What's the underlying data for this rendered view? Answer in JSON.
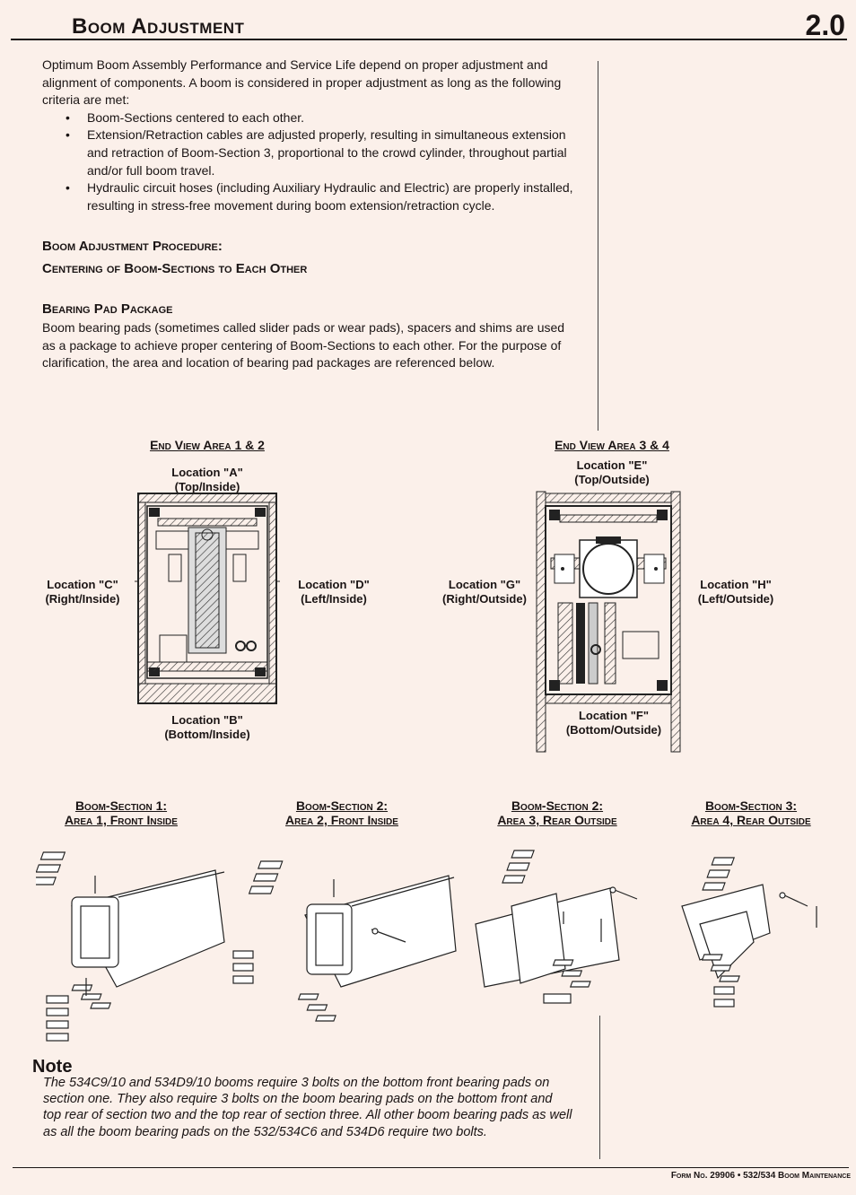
{
  "header": {
    "title": "Boom Adjustment",
    "section_number": "2.0"
  },
  "intro": {
    "paragraph": "Optimum Boom Assembly Performance and Service Life depend on proper adjustment and alignment of components. A boom is considered in proper adjustment as long as the following criteria are met:",
    "bullets": [
      "Boom-Sections centered to each other.",
      "Extension/Retraction cables are adjusted properly, resulting in simultaneous extension and retraction of Boom-Section 3, proportional to the crowd cylinder, throughout partial and/or full boom travel.",
      "Hydraulic circuit hoses (including Auxiliary Hydraulic and Electric) are properly installed, resulting in stress-free movement during boom extension/retraction cycle."
    ]
  },
  "procedure": {
    "heading": "Boom Adjustment Procedure:",
    "subheading": "Centering of Boom-Sections to Each Other",
    "bearing_heading": "Bearing Pad Package",
    "bearing_text": "Boom bearing pads (sometimes called slider pads or wear pads), spacers and shims are used as a package to achieve proper centering of Boom-Sections to each other. For the purpose of clarification, the area and location of bearing pad packages are referenced below."
  },
  "end_view_12": {
    "title": "End View Area 1 & 2",
    "loc_a": [
      "Location \"A\"",
      "(Top/Inside)"
    ],
    "loc_b": [
      "Location \"B\"",
      "(Bottom/Inside)"
    ],
    "loc_c": [
      "Location \"C\"",
      "(Right/Inside)"
    ],
    "loc_d": [
      "Location \"D\"",
      "(Left/Inside)"
    ]
  },
  "end_view_34": {
    "title": "End View Area 3 & 4",
    "loc_e": [
      "Location \"E\"",
      "(Top/Outside)"
    ],
    "loc_f": [
      "Location \"F\"",
      "(Bottom/Outside)"
    ],
    "loc_g": [
      "Location \"G\"",
      "(Right/Outside)"
    ],
    "loc_h": [
      "Location \"H\"",
      "(Left/Outside)"
    ]
  },
  "sections": [
    {
      "line1": "Boom-Section 1:",
      "line2": "Area 1, Front Inside"
    },
    {
      "line1": "Boom-Section 2:",
      "line2": "Area 2, Front Inside"
    },
    {
      "line1": "Boom-Section 2:",
      "line2": "Area 3, Rear Outside"
    },
    {
      "line1": "Boom-Section 3:",
      "line2": "Area 4, Rear Outside"
    }
  ],
  "note": {
    "heading": "Note",
    "text": "The 534C9/10 and 534D9/10 booms require 3 bolts on the bottom front bearing pads on section one. They also require 3 bolts on the boom bearing pads on the bottom front and top rear of section two and the top rear of section three. All other boom bearing pads as well as all the boom bearing pads on the 532/534C6 and 534D6 require two bolts."
  },
  "footer": {
    "text": "Form No. 29906 • 532/534 Boom Maintenance"
  }
}
